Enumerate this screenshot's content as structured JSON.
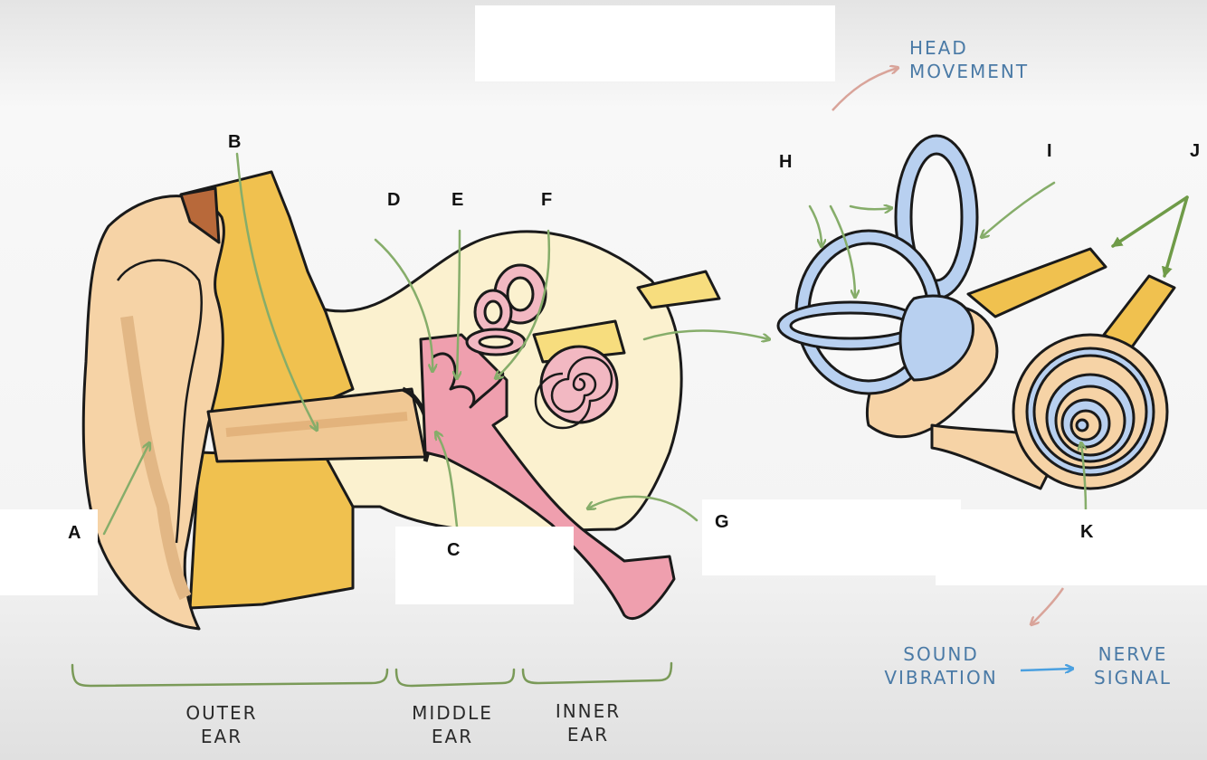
{
  "labels": {
    "a": "A",
    "b": "B",
    "c": "C",
    "d": "D",
    "e": "E",
    "f": "F",
    "g": "G",
    "h": "H",
    "i": "I",
    "j": "J",
    "k": "K"
  },
  "regions": {
    "outer": [
      "OUTER",
      "EAR"
    ],
    "middle": [
      "MIDDLE",
      "EAR"
    ],
    "inner": [
      "INNER",
      "EAR"
    ]
  },
  "notes": {
    "head_movement": [
      "HEAD",
      "MOVEMENT"
    ],
    "sound_vibration": [
      "SOUND",
      "VIBRATION"
    ],
    "nerve_signal": [
      "NERVE",
      "SIGNAL"
    ]
  },
  "colors": {
    "skin": "#f6d3a6",
    "canal": "#f0c894",
    "fat": "#f0c14f",
    "cream": "#fbf1cf",
    "pink": "#ef9fae",
    "fluid_blue": "#b8d0f0",
    "arrow_green": "#86ad6a",
    "annotation_blue": "#4a7aa6"
  }
}
